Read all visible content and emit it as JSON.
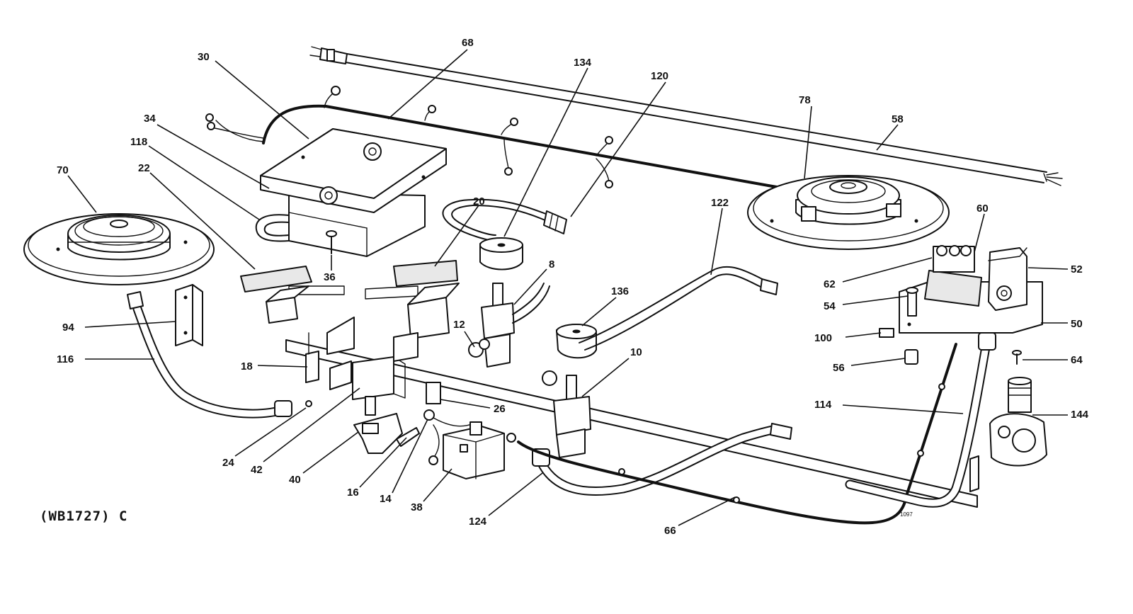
{
  "caption": "(WB1727) C",
  "tiny_code": "1097",
  "callouts": [
    {
      "id": "c68",
      "text": "68"
    },
    {
      "id": "c30",
      "text": "30"
    },
    {
      "id": "c134",
      "text": "134"
    },
    {
      "id": "c120",
      "text": "120"
    },
    {
      "id": "c78",
      "text": "78"
    },
    {
      "id": "c58",
      "text": "58"
    },
    {
      "id": "c34",
      "text": "34"
    },
    {
      "id": "c118",
      "text": "118"
    },
    {
      "id": "c22",
      "text": "22"
    },
    {
      "id": "c70",
      "text": "70"
    },
    {
      "id": "c20",
      "text": "20"
    },
    {
      "id": "c122",
      "text": "122"
    },
    {
      "id": "c60",
      "text": "60"
    },
    {
      "id": "c36",
      "text": "36"
    },
    {
      "id": "c8",
      "text": "8"
    },
    {
      "id": "c62",
      "text": "62"
    },
    {
      "id": "c52",
      "text": "52"
    },
    {
      "id": "c136",
      "text": "136"
    },
    {
      "id": "c54",
      "text": "54"
    },
    {
      "id": "c94",
      "text": "94"
    },
    {
      "id": "c50",
      "text": "50"
    },
    {
      "id": "c12",
      "text": "12"
    },
    {
      "id": "c100",
      "text": "100"
    },
    {
      "id": "c10",
      "text": "10"
    },
    {
      "id": "c116",
      "text": "116"
    },
    {
      "id": "c64",
      "text": "64"
    },
    {
      "id": "c56",
      "text": "56"
    },
    {
      "id": "c18",
      "text": "18"
    },
    {
      "id": "c26",
      "text": "26"
    },
    {
      "id": "c114",
      "text": "114"
    },
    {
      "id": "c144",
      "text": "144"
    },
    {
      "id": "c24",
      "text": "24"
    },
    {
      "id": "c42",
      "text": "42"
    },
    {
      "id": "c40",
      "text": "40"
    },
    {
      "id": "c16",
      "text": "16"
    },
    {
      "id": "c14",
      "text": "14"
    },
    {
      "id": "c38",
      "text": "38"
    },
    {
      "id": "c124",
      "text": "124"
    },
    {
      "id": "c66",
      "text": "66"
    }
  ]
}
